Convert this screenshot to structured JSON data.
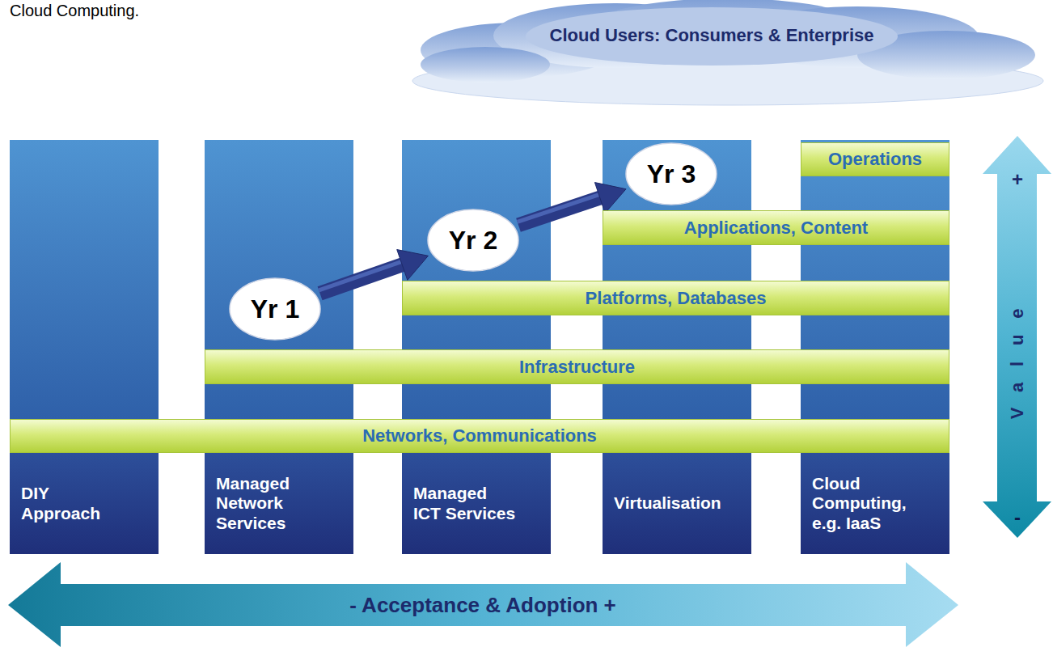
{
  "diagram": {
    "nodes": [
      {
        "text": [
          "Cloud Users: Consumers & Enterprise"
        ]
      },
      {
        "text": [
          "DIY Approach"
        ]
      },
      {
        "text": [
          "Managed Network Services"
        ]
      },
      {
        "text": [
          "Managed ICT Services"
        ]
      },
      {
        "text": [
          "Virtualisation"
        ]
      },
      {
        "text": [
          "Cloud Computing, e.g. IaaS"
        ]
      },
      {
        "text": [
          "Operations"
        ]
      },
      {
        "text": [
          "Applications, Content"
        ]
      },
      {
        "text": [
          "Platforms, Databases"
        ]
      },
      {
        "text": [
          "Infrastructure"
        ]
      },
      {
        "text": [
          "Networks, Communications"
        ]
      },
      {
        "text": [
          "Yr 1"
        ]
      },
      {
        "text": [
          "Yr 2"
        ]
      },
      {
        "text": [
          "Yr 3"
        ]
      }
    ],
    "edges": [
      {
        "from": 11,
        "to": 12,
        "arrow": "to"
      },
      {
        "from": 12,
        "to": 13,
        "arrow": "to"
      }
    ],
    "labels": [
      "Cloud Computing.",
      "+",
      "Value",
      "-",
      "- Acceptance & Adoption +"
    ]
  }
}
